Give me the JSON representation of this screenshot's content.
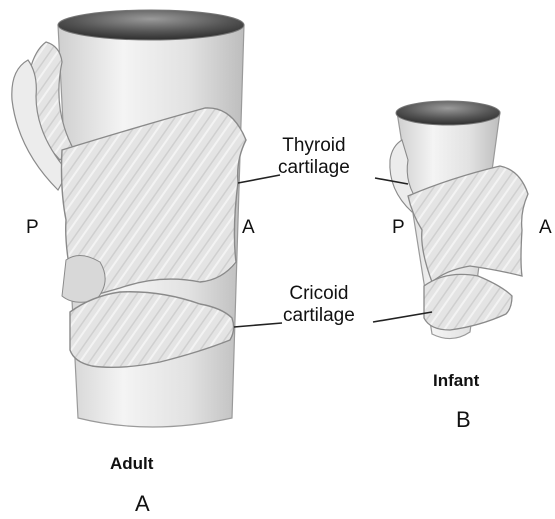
{
  "labels": {
    "thyroid_line1": "Thyroid",
    "thyroid_line2": "cartilage",
    "cricoid_line1": "Cricoid",
    "cricoid_line2": "cartilage",
    "adult_posterior": "P",
    "adult_anterior": "A",
    "infant_posterior": "P",
    "infant_anterior": "A",
    "adult_caption": "Adult",
    "infant_caption": "Infant",
    "panel_a": "A",
    "panel_b": "B"
  },
  "colors": {
    "cartilage_fill": "#e6e6e6",
    "cartilage_stroke": "#8a8a8a",
    "trachea_fill": "#ededed",
    "lumen_dark": "#4a4a4a",
    "text": "#111111"
  }
}
